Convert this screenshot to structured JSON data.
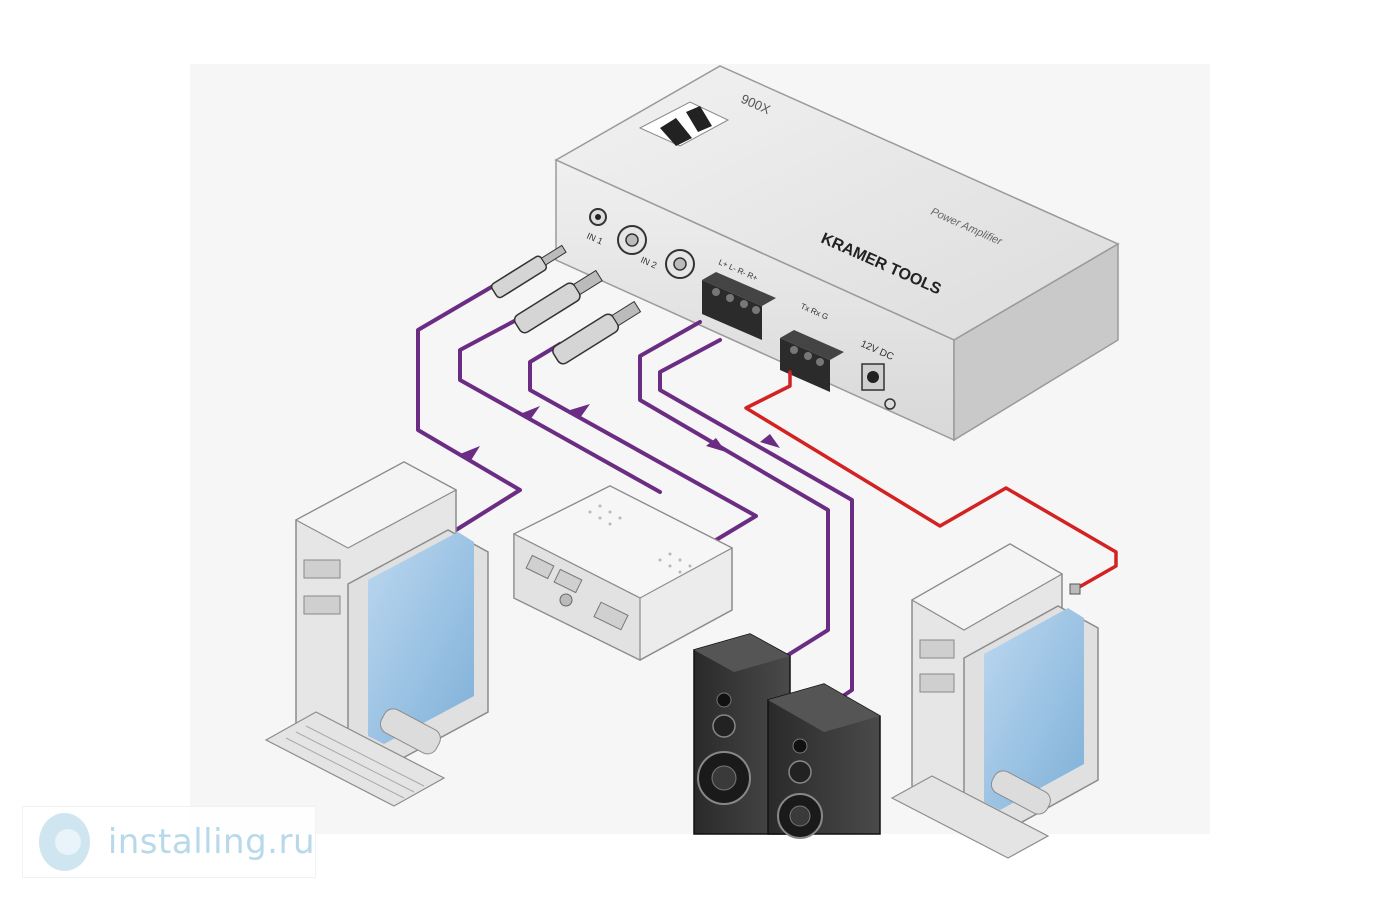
{
  "device": {
    "model_label": "900X",
    "brand_label": "KRAMER TOOLS",
    "product_label": "Power Amplifier",
    "power_label": "12V DC",
    "in1_label": "IN 1",
    "in2_label": "IN 2",
    "audio_out_terminal_label": "L+ L- R- R+",
    "rs232_terminal_label": "Tx Rx G"
  },
  "colors": {
    "audio_cable": "#6b2c83",
    "control_cable": "#d32222"
  },
  "watermark": {
    "text": "installing.ru"
  }
}
